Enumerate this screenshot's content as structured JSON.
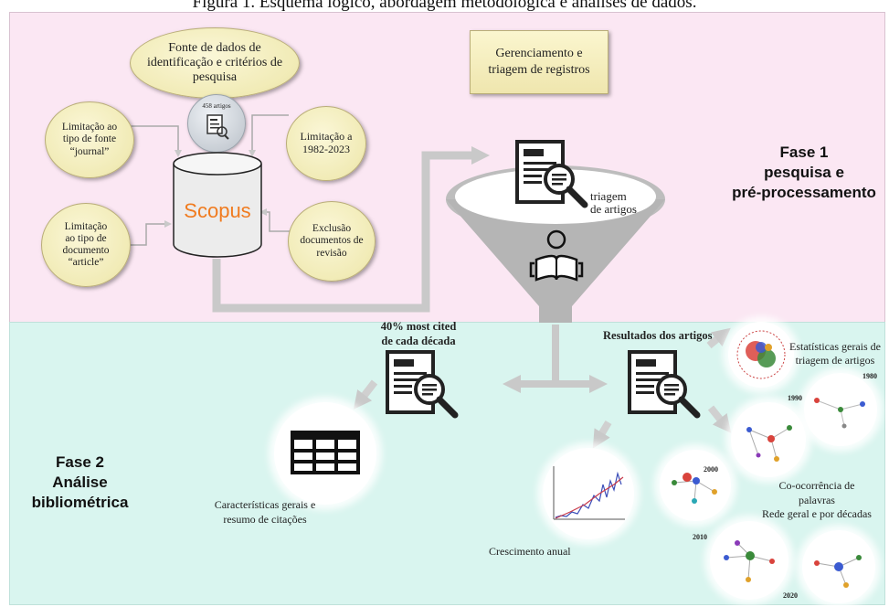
{
  "caption": "Figura 1. Esquema lógico, abordagem metodológica e análises de dados.",
  "phase1": {
    "line1": "Fase 1",
    "line2": "pesquisa e",
    "line3": "pré-processamento"
  },
  "phase2": {
    "line1": "Fase 2",
    "line2": "Análise",
    "line3": "bibliométrica"
  },
  "source_box": {
    "line1": "Fonte de dados de",
    "line2": "identificação e critérios de",
    "line3": "pesquisa"
  },
  "management_box": {
    "line1": "Gerenciamento e",
    "line2": "triagem de registros"
  },
  "filters": {
    "journal": {
      "line1": "Limitação ao",
      "line2": "tipo de fonte",
      "line3": "“journal”"
    },
    "years": {
      "line1": "Limitação a",
      "line2": "1982-2023"
    },
    "article": {
      "line1": "Limitação",
      "line2": "ao tipo de",
      "line3": "documento",
      "line4": "“article”"
    },
    "review": {
      "line1": "Exclusão",
      "line2": "documentos de",
      "line3": "revisão"
    }
  },
  "articles_count": "458 artigos",
  "database": "Scopus",
  "funnel": {
    "line1": "triagem",
    "line2": "de artigos"
  },
  "most_cited": {
    "line1": "40% most cited",
    "line2": "de  cada década"
  },
  "results": "Resultados dos artigos",
  "general_stats": {
    "line1": "Estatísticas gerais de",
    "line2": "triagem de artigos"
  },
  "table_label": {
    "line1": "Características gerais e",
    "line2": "resumo de citações"
  },
  "growth_label": "Crescimento anual",
  "cooccurrence": {
    "line1": "Co-ocorrência de",
    "line2": "palavras",
    "line3": "Rede geral e por décadas"
  },
  "decades": {
    "d1980": "1980",
    "d1990": "1990",
    "d2000": "2000",
    "d2010": "2010",
    "d2020": "2020"
  },
  "colors": {
    "phase1_bg": "#fbe7f3",
    "phase2_bg": "#d9f5ef",
    "arrow": "#c9c9c9",
    "funnel": "#b5b5b5",
    "ellipse": "#f1ebb6"
  }
}
